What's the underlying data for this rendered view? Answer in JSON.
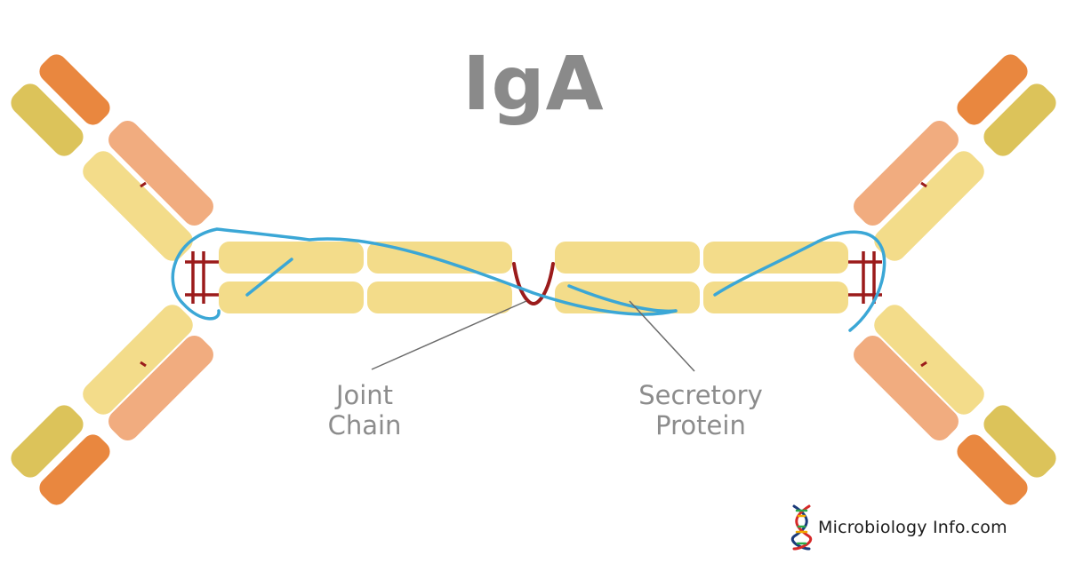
{
  "title": "IgA",
  "labels": {
    "joint_chain": [
      "Joint",
      "Chain"
    ],
    "secretory_protein": [
      "Secretory",
      "Protein"
    ]
  },
  "brand": "Microbiology Info.com",
  "colors": {
    "heavy_chain": "#f3dc8a",
    "light_chain_outer": "#e9873f",
    "light_chain_inner": "#f1ac7f",
    "variable_heavy": "#dcc35a",
    "disulfide_bond": "#9b1b1b",
    "secretory_component": "#3ba7d6",
    "label_text": "#8c8c8c",
    "leader_line": "#6b6b6b"
  }
}
